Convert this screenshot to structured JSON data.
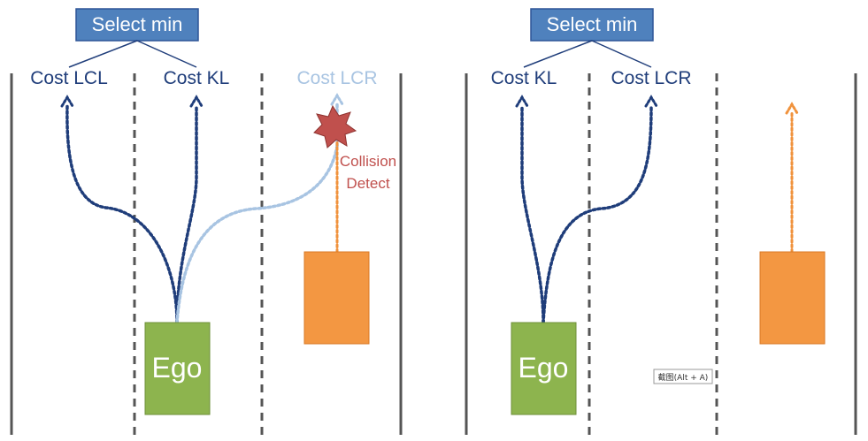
{
  "left_panel": {
    "select_box": "Select min",
    "costs": [
      "Cost LCL",
      "Cost KL",
      "Cost LCR"
    ],
    "ego_label": "Ego",
    "collision_label_line1": "Collision",
    "collision_label_line2": "Detect"
  },
  "right_panel": {
    "select_box": "Select min",
    "costs": [
      "Cost KL",
      "Cost LCR"
    ],
    "ego_label": "Ego"
  },
  "tooltip": "截图(Alt + A)",
  "colors": {
    "box_fill": "#4f81bd",
    "box_stroke": "#2f5597",
    "cost_text": "#1f3d7a",
    "cost_text_disabled": "#a8c4e2",
    "ego_fill": "#8db44e",
    "obstacle_fill": "#f39742",
    "collision_star": "#c0504d",
    "lane_line": "#555555"
  },
  "icons": [
    "collision-star-icon"
  ]
}
